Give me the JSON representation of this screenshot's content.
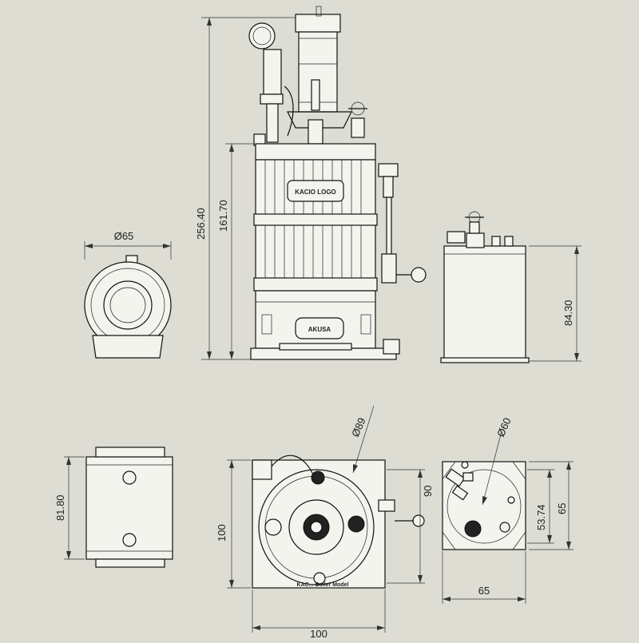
{
  "drawing": {
    "front_view": {
      "dim_overall_height": "256.40",
      "dim_body_height": "161.70",
      "badge_upper": "KACIO LOGO",
      "badge_lower": "AKUSA"
    },
    "left_view": {
      "dim_diameter": "Ø65"
    },
    "right_view": {
      "dim_height": "84.30"
    },
    "side_bottom_view": {
      "dim_height": "81.80"
    },
    "top_view": {
      "dim_diameter": "Ø89",
      "dim_height_left": "100",
      "dim_height_right": "90",
      "dim_width": "100",
      "plate_text": "KAC... Boiler Model"
    },
    "tank_top_view": {
      "dim_diameter": "Ø60",
      "dim_height_a": "53.74",
      "dim_height_b": "65",
      "dim_width": "65"
    }
  }
}
